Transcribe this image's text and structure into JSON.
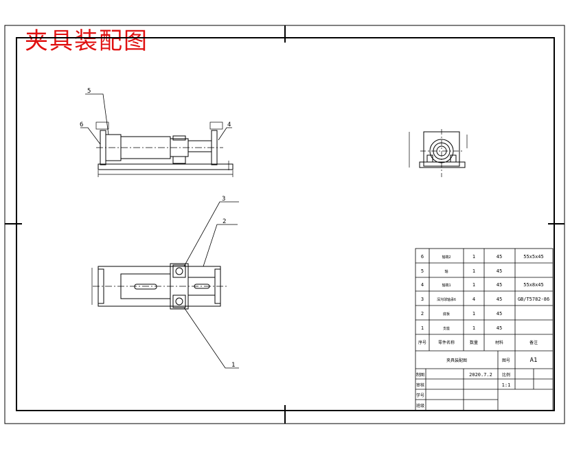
{
  "title": "夹具装配图",
  "colors": {
    "title": "#e01010",
    "line": "#000000",
    "thin": "#444444"
  },
  "balloons": [
    "5",
    "6",
    "4",
    "3",
    "2",
    "1"
  ],
  "bom": {
    "rows": [
      {
        "no": "6",
        "name": "轴端2",
        "qty": "1",
        "material": "45",
        "note": "55x5x45"
      },
      {
        "no": "5",
        "name": "轴",
        "qty": "1",
        "material": "45",
        "note": ""
      },
      {
        "no": "4",
        "name": "轴端1",
        "qty": "1",
        "material": "45",
        "note": "55x8x45"
      },
      {
        "no": "3",
        "name": "深沟球轴承6",
        "qty": "4",
        "material": "45",
        "note": "GB/T5782-86"
      },
      {
        "no": "2",
        "name": "底板",
        "qty": "1",
        "material": "45",
        "note": ""
      },
      {
        "no": "1",
        "name": "支座",
        "qty": "1",
        "material": "45",
        "note": ""
      }
    ],
    "header": {
      "no": "序号",
      "name": "零件名称",
      "qty": "数量",
      "material": "材料",
      "note": "备注"
    }
  },
  "title_block": {
    "drawing_name": "夹具装配图",
    "sheet_label": "图号",
    "sheet_value": "A1",
    "row_labels": [
      "制图",
      "审核",
      "学号",
      "班级"
    ],
    "date": "2020.7.2",
    "scale_label": "比例",
    "scale_value": "1:1"
  }
}
